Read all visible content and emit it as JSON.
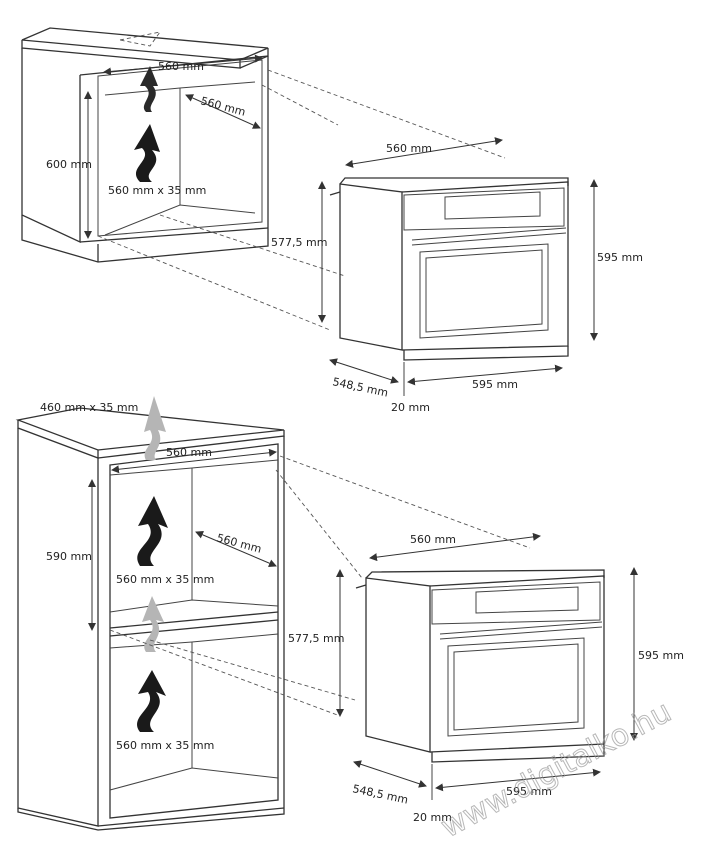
{
  "top_install": {
    "cabinet_width": "560 mm",
    "cabinet_depth": "560 mm",
    "cabinet_height": "600 mm",
    "vent_opening": "560 mm x 35 mm",
    "oven_top_width": "560 mm",
    "oven_body_height": "577,5 mm",
    "oven_front_height": "595 mm",
    "oven_depth": "548,5 mm",
    "oven_front_width": "595 mm",
    "oven_panel_offset": "20 mm"
  },
  "bottom_install": {
    "top_vent": "460 mm x 35 mm",
    "cabinet_width": "560 mm",
    "cabinet_depth": "560 mm",
    "niche_height": "590 mm",
    "mid_vent": "560 mm x 35 mm",
    "bottom_vent": "560 mm x 35 mm",
    "oven_top_width": "560 mm",
    "oven_body_height": "577,5 mm",
    "oven_front_height": "595 mm",
    "oven_depth": "548,5 mm",
    "oven_front_width": "595 mm",
    "oven_panel_offset": "20 mm"
  },
  "watermark": "www.digitalko.hu",
  "colors": {
    "line": "#333333",
    "arrow_dark": "#1a1a1a",
    "arrow_light": "#b5b5b5"
  }
}
